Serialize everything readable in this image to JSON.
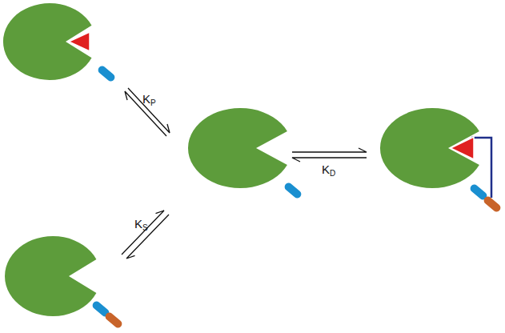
{
  "diagram": {
    "labels": [
      "KP",
      "KD",
      "KS"
    ]
  }
}
